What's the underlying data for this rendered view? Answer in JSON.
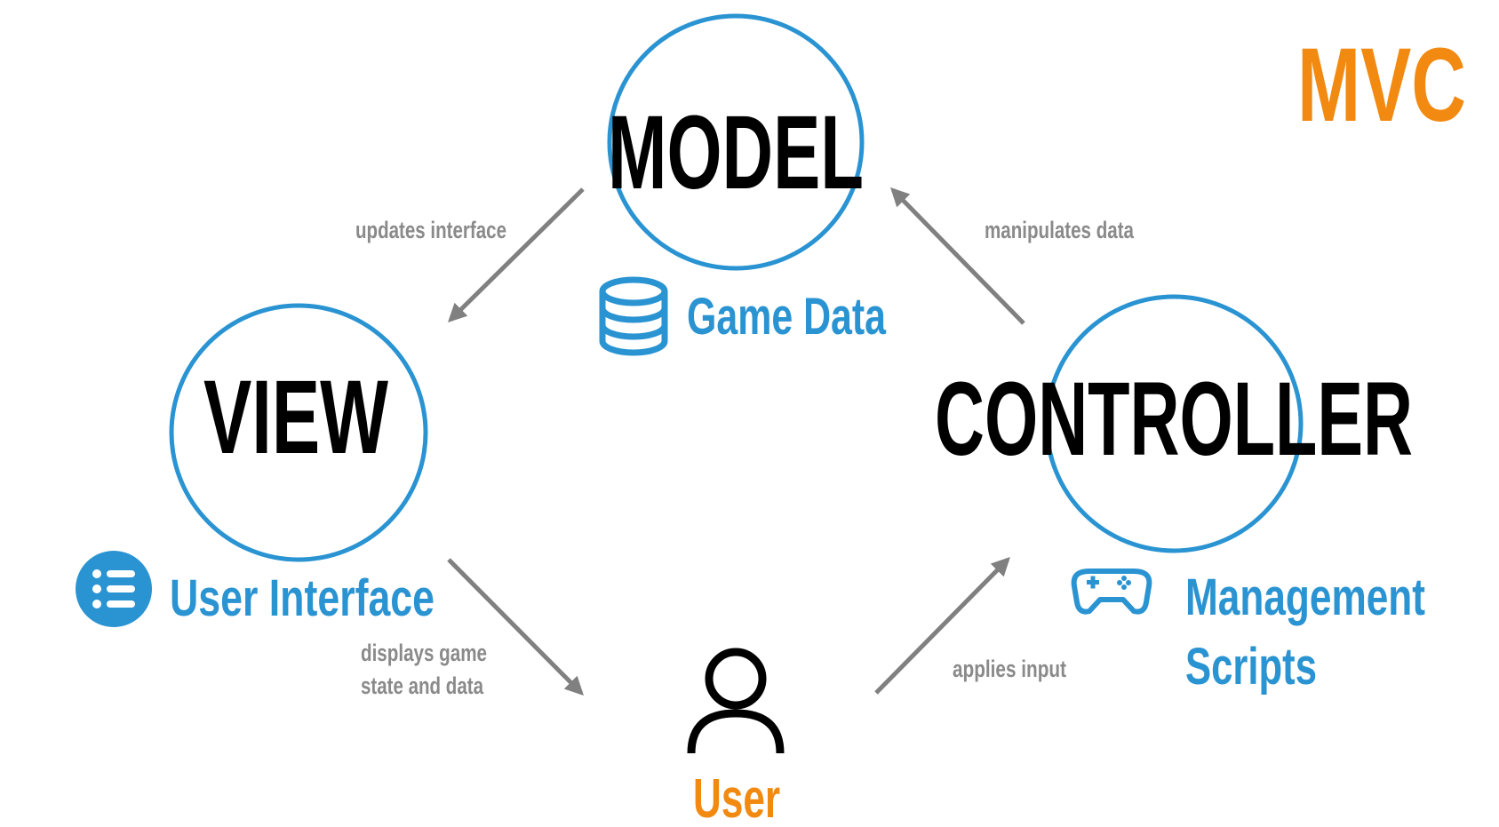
{
  "title": "MVC",
  "colors": {
    "accent_blue": "#2a93d2",
    "accent_orange": "#f28a12",
    "arrow_gray": "#808080",
    "edge_label_gray": "#8a8a8a",
    "text_black": "#000000"
  },
  "nodes": {
    "model": {
      "label": "MODEL",
      "sublabel": "Game Data",
      "icon": "database-icon"
    },
    "view": {
      "label": "VIEW",
      "sublabel": "User Interface",
      "icon": "list-icon"
    },
    "controller": {
      "label": "CONTROLLER",
      "sublabel_line1": "Management",
      "sublabel_line2": "Scripts",
      "icon": "gamepad-icon"
    },
    "user": {
      "label": "User",
      "icon": "user-icon"
    }
  },
  "edges": {
    "model_to_view": "updates interface",
    "controller_to_model": "manipulates data",
    "view_to_user_line1": "displays game",
    "view_to_user_line2": "state and data",
    "user_to_controller": "applies input"
  }
}
